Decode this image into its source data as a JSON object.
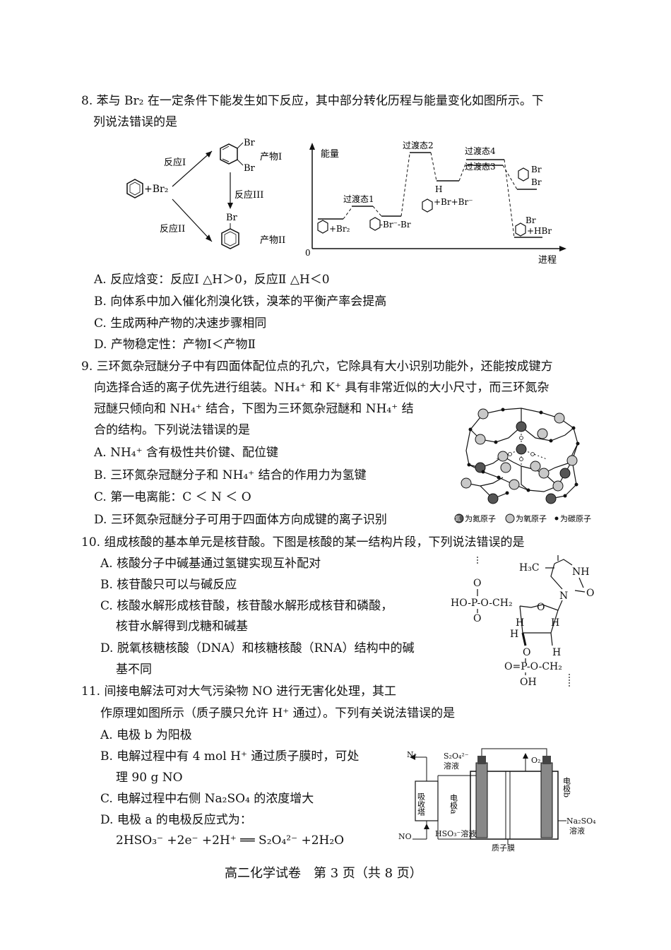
{
  "q8": {
    "line1": "8. 苯与 Br₂ 在一定条件下能发生如下反应，其中部分转化历程与能量变化如图所示。下",
    "line2": "列说法错误的是",
    "scheme": {
      "reactant": "+Br₂",
      "r1": "反应I",
      "r2": "反应II",
      "r3": "反应III",
      "p1": "产物I",
      "p2": "产物II",
      "br": "Br"
    },
    "energy": {
      "ylabel": "能量",
      "xlabel": "进程",
      "origin": "0",
      "ts1": "过渡态1",
      "ts2": "过渡态2",
      "ts3": "过渡态3",
      "ts4": "过渡态4",
      "start": "+Br₂",
      "inter1": "-Br⁻-Br",
      "inter2": "+Br+Br⁻",
      "h": "H",
      "prod": "+HBr",
      "br": "Br"
    },
    "options": [
      "A. 反应焓变：反应Ⅰ △H＞0，反应Ⅱ △H＜0",
      "B. 向体系中加入催化剂溴化铁，溴苯的平衡产率会提高",
      "C. 生成两种产物的决速步骤相同",
      "D. 产物稳定性：产物Ⅰ＜产物Ⅱ"
    ]
  },
  "q9": {
    "lines": [
      "9. 三环氮杂冠醚分子中有四面体配位点的孔穴，它除具有大小识别功能外，还能按成键方",
      "向选择合适的离子优先进行组装。NH₄⁺ 和 K⁺ 具有非常近似的大小尺寸，而三环氮杂",
      "冠醚只倾向和 NH₄⁺ 结合，下图为三环氮杂冠醚和 NH₄⁺ 结",
      "合的结构。下列说法错误的是"
    ],
    "options": [
      "A. NH₄⁺ 含有极性共价键、配位键",
      "B. 三环氮杂冠醚分子和 NH₄⁺ 结合的作用力为氢键",
      "C. 第一电离能：C ＜ N ＜ O",
      "D. 三环氮杂冠醚分子可用于四面体方向成键的离子识别"
    ],
    "legend": {
      "n": "为氮原子",
      "o": "为氧原子",
      "c": "为碳原子",
      "nchar": "氮"
    }
  },
  "q10": {
    "stem": "10. 组成核酸的基本单元是核苷酸。下图是核酸的某一结构片段，下列说法错误的是",
    "options": [
      "A. 核酸分子中碱基通过氢键实现互补配对",
      "B. 核苷酸只可以与碱反应",
      "C. 核酸水解形成核苷酸，核苷酸水解形成核苷和磷酸，",
      "核苷水解得到戊糖和碱基",
      "D. 脱氧核糖核酸（DNA）和核糖核酸（RNA）结构中的碱",
      "基不同"
    ],
    "struct": {
      "ch3": "H₃C",
      "nh": "NH",
      "o": "O",
      "n": "N",
      "h": "H",
      "p_left": "HO-P-O-CH₂",
      "p_bottom": "O=P-O-CH₂",
      "oh": "OH"
    }
  },
  "q11": {
    "lines": [
      "11. 间接电解法可对大气污染物 NO 进行无害化处理，其工",
      "作原理如图所示（质子膜只允许 H⁺ 通过）。下列有关说法错误的是"
    ],
    "options": [
      "A. 电极 b 为阳极",
      "B. 电解过程中有 4 mol H⁺ 通过质子膜时，可处",
      "理 90 g NO",
      "C. 电解过程中右侧 Na₂SO₄ 的浓度增大",
      "D. 电极 a 的电极反应式为：",
      "2HSO₃⁻ +2e⁻ +2H⁺ ══ S₂O₄²⁻ +2H₂O"
    ],
    "diagram": {
      "n2": "N₂",
      "no": "NO",
      "s2o4": "S₂O₄²⁻",
      "s2o4_sol": "溶液",
      "absorb": "吸收塔",
      "o2": "O₂",
      "ea": "电极a",
      "eb": "电极b",
      "hso3": "HSO₃⁻溶液",
      "na2so4": "Na₂SO₄",
      "na2so4_sol": "溶液",
      "membrane": "质子膜"
    }
  },
  "footer": "高二化学试卷　第 3 页（共 8 页）"
}
